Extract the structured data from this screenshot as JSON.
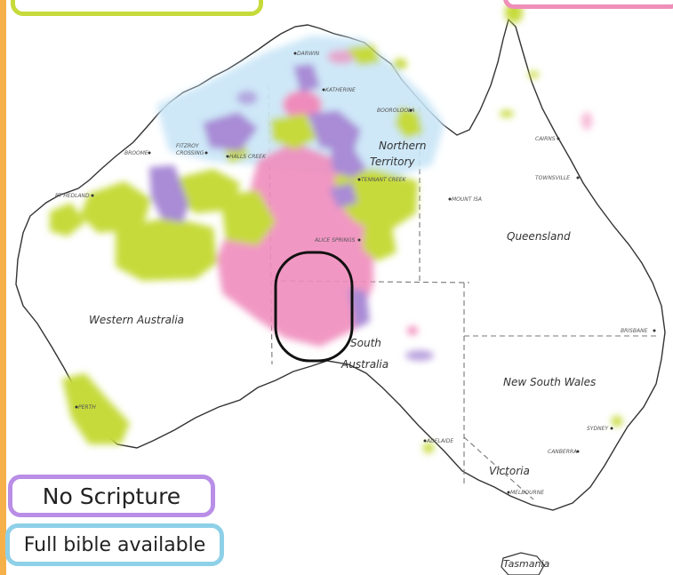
{
  "map": {
    "regions": {
      "western_australia": "Western Australia",
      "northern_territory_line1": "Northern",
      "northern_territory_line2": "Territory",
      "queensland": "Queensland",
      "south_australia_line1": "South",
      "south_australia_line2": "Australia",
      "new_south_wales": "New South Wales",
      "victoria": "Victoria",
      "tasmania": "Tasmania"
    },
    "towns": {
      "darwin": "DARWIN",
      "katherine": "KATHERINE",
      "borroloola": "BOOROLOOLA",
      "broome": "BROOME",
      "fitzroy_line1": "FITZROY",
      "fitzroy_line2": "CROSSING",
      "halls_creek": "HALLS CREEK",
      "tennant_creek": "TENNANT CREEK",
      "mount_isa": "MOUNT ISA",
      "cairns": "CAIRNS",
      "townsville": "TOWNSVILLE",
      "port_hedland": "PT HEDLAND",
      "alice_springs": "ALICE SPRINGS",
      "brisbane": "BRISBANE",
      "sydney": "SYDNEY",
      "canberra": "CANBERRA",
      "adelaide": "ADELAIDE",
      "melbourne": "MELBOURNE",
      "perth": "PERTH"
    },
    "colors": {
      "green": "#c6da3b",
      "pink": "#f08cbc",
      "purple": "#a98bd6",
      "blue": "#c9e6f7",
      "outline": "#333333",
      "highlight": "#111111"
    }
  },
  "legend": {
    "no_scripture": "No Scripture",
    "full_bible": "Full bible available"
  }
}
